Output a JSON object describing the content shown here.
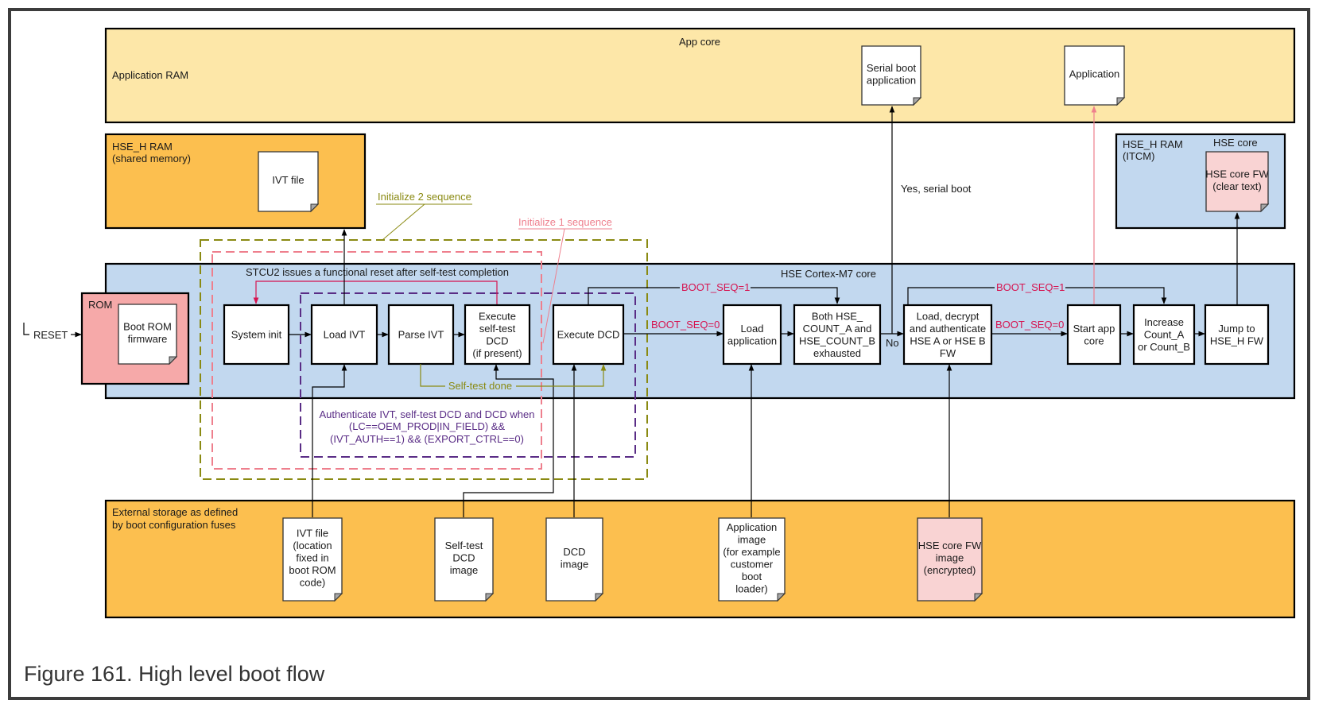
{
  "figure": {
    "caption": "Figure 161.  High level boot flow"
  },
  "colors": {
    "app_ram": "#fde7a8",
    "hse_ram": "#fcbf4f",
    "hse_core": "#c2d8ef",
    "rom": "#f6a9a9",
    "pink_doc": "#f9d3d3",
    "boot_seq_red": "#d6134f",
    "init2_olive": "#8a8a12",
    "init1_pink": "#ee7f8d",
    "auth_purple": "#5a2d86",
    "frame": "#3c3c3c"
  },
  "regions": {
    "app_ram": {
      "label": "Application RAM",
      "core_label": "App core"
    },
    "hse_h_ram_shared": {
      "line1": "HSE_H RAM",
      "line2": "(shared memory)"
    },
    "hse_h_ram_itcm": {
      "line1": "HSE_H RAM",
      "line2": "(ITCM)",
      "core_label": "HSE core"
    },
    "hse_core": {
      "label": "HSE Cortex-M7 core"
    },
    "rom": {
      "label": "ROM"
    },
    "external_storage": {
      "line1": "External storage as defined",
      "line2": "by boot configuration fuses"
    }
  },
  "documents": {
    "serial_boot_app": [
      "Serial boot",
      "application"
    ],
    "application": [
      "Application"
    ],
    "ivt_file_ram": [
      "IVT file"
    ],
    "hse_core_fw_clear": [
      "HSE core FW",
      "(clear text)"
    ],
    "boot_rom_fw": [
      "Boot ROM",
      "firmware"
    ],
    "ivt_file_ext": [
      "IVT file",
      "(location",
      "fixed in",
      "boot ROM",
      "code)"
    ],
    "selftest_dcd_image": [
      "Self-test",
      "DCD",
      "image"
    ],
    "dcd_image": [
      "DCD",
      "image"
    ],
    "application_image": [
      "Application",
      "image",
      "(for example",
      "customer",
      "boot",
      "loader)"
    ],
    "hse_core_fw_enc": [
      "HSE core FW",
      "image",
      "(encrypted)"
    ]
  },
  "steps": {
    "system_init": [
      "System init"
    ],
    "load_ivt": [
      "Load IVT"
    ],
    "parse_ivt": [
      "Parse IVT"
    ],
    "exec_selftest_dcd": [
      "Execute",
      "self-test",
      "DCD",
      "(if present)"
    ],
    "exec_dcd": [
      "Execute DCD"
    ],
    "load_application": [
      "Load",
      "application"
    ],
    "both_counts_exhausted": [
      "Both HSE_",
      "COUNT_A and",
      "HSE_COUNT_B",
      "exhausted"
    ],
    "load_decrypt_auth": [
      "Load, decrypt",
      "and authenticate",
      "HSE A or HSE B",
      "FW"
    ],
    "start_app_core": [
      "Start app",
      "core"
    ],
    "increase_count": [
      "Increase",
      "Count_A",
      "or Count_B"
    ],
    "jump_hse_fw": [
      "Jump to",
      "HSE_H FW"
    ]
  },
  "labels": {
    "reset": "RESET",
    "stcu2_note": "STCU2 issues a functional reset after self-test completion",
    "init2_sequence": "Initialize 2 sequence",
    "init1_sequence": "Initialize 1 sequence",
    "self_test_done": "Self-test done",
    "auth_condition": [
      "Authenticate IVT, self-test DCD and DCD when",
      "(LC==OEM_PROD|IN_FIELD) &&",
      "(IVT_AUTH==1) && (EXPORT_CTRL==0)"
    ],
    "boot_seq_1_a": "BOOT_SEQ=1",
    "boot_seq_0_a": "BOOT_SEQ=0",
    "boot_seq_1_b": "BOOT_SEQ=1",
    "boot_seq_0_b": "BOOT_SEQ=0",
    "no": "No",
    "yes_serial_boot": "Yes, serial boot"
  }
}
